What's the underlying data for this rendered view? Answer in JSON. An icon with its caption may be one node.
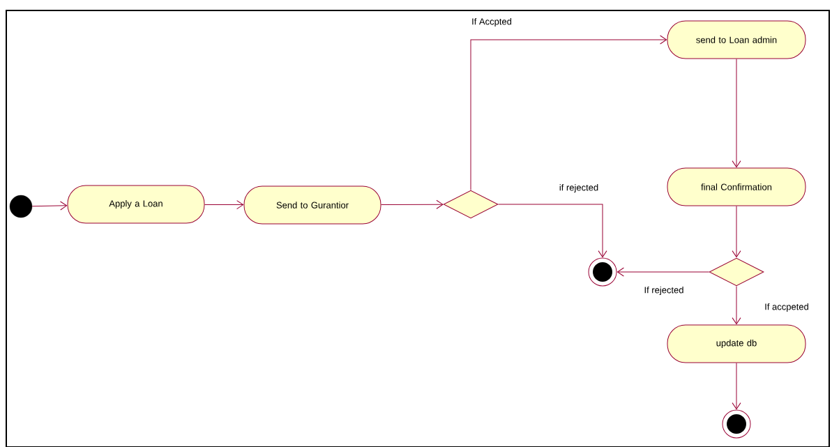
{
  "diagram": {
    "nodes": [
      {
        "text": [],
        "shape": "circle"
      },
      {
        "text": [
          "Apply a Loan"
        ]
      },
      {
        "text": [
          "Send to Gurantior"
        ]
      },
      {
        "text": [],
        "shape": "diamond"
      },
      {
        "text": [
          "send to Loan admin"
        ]
      },
      {
        "text": [],
        "shape": "bullseye"
      },
      {
        "text": [
          "final Confirmation"
        ]
      },
      {
        "text": [],
        "shape": "diamond"
      },
      {
        "text": [
          "update db"
        ]
      },
      {
        "text": [],
        "shape": "bullseye"
      }
    ],
    "edges": [
      {
        "from": 0,
        "to": 1,
        "arrow": "to"
      },
      {
        "from": 1,
        "to": 2,
        "arrow": "to"
      },
      {
        "from": 2,
        "to": 3,
        "arrow": "to"
      },
      {
        "from": 3,
        "to": 4,
        "arrow": "to",
        "label": "If Accpted"
      },
      {
        "from": 3,
        "to": 5,
        "arrow": "to",
        "label": "if rejected"
      },
      {
        "from": 4,
        "to": 6,
        "arrow": "to"
      },
      {
        "from": 6,
        "to": 7,
        "arrow": "to"
      },
      {
        "from": 7,
        "to": 5,
        "arrow": "to",
        "label": "If rejected"
      },
      {
        "from": 7,
        "to": 8,
        "arrow": "to",
        "label": "If accpeted"
      },
      {
        "from": 8,
        "to": 9,
        "arrow": "to"
      }
    ]
  }
}
